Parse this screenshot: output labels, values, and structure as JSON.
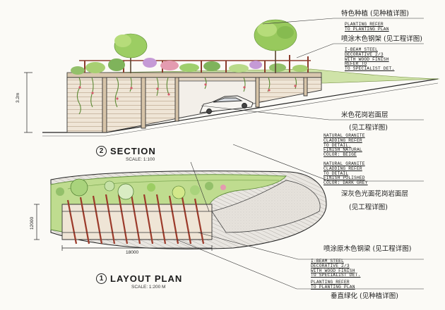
{
  "section": {
    "number": "2",
    "title": "SECTION",
    "scale": "SCALE: 1:100",
    "height_dim": "3.2m",
    "note_1": {
      "cn": "米色花岗岩面层",
      "cn2": "(见工程详图)",
      "en": "NATURAL GRANITE\nCLADDING REFER\nTO DETAIL.\nFINISH NATURAL\nCOLOR: BEIGE"
    },
    "note_2": {
      "cn": "深灰色光面花岗岩面层",
      "cn2": "(见工程详图)",
      "en": "NATURAL GRANITE\nCLADDING REFER\nTO DETAIL\nFINISH POLISHED\nCOLOR: DARK GREY"
    }
  },
  "top_labels": {
    "planting": {
      "cn": "特色种植 (见种植详图)",
      "en": "PLANTING REFER\nTO PLANTING PLAN"
    },
    "steel_frame": {
      "cn": "喷涂木色钢架 (见工程详图)",
      "en": "I-BEAM STEEL\nDECORATIVE 2/3\nWITH WOOD FINISH\nREFER TO\nTO SPECIALIST DET."
    }
  },
  "plan": {
    "number": "1",
    "title": "LAYOUT PLAN",
    "scale": "SCALE: 1:200 M",
    "width_dim": "18000",
    "depth_dim": "12000",
    "beam": {
      "cn": "喷涂原木色钢梁 (见工程详图)",
      "en": "I-BEAM STEEL\nDECORATIVE 2/3\nWITH WOOD FINISH\nTO SPECIALIST DET."
    },
    "vertical_green": {
      "cn": "垂直绿化 (见种植详图)",
      "en": "PLANTING REFER\nTO PLANTING PLAN"
    }
  }
}
